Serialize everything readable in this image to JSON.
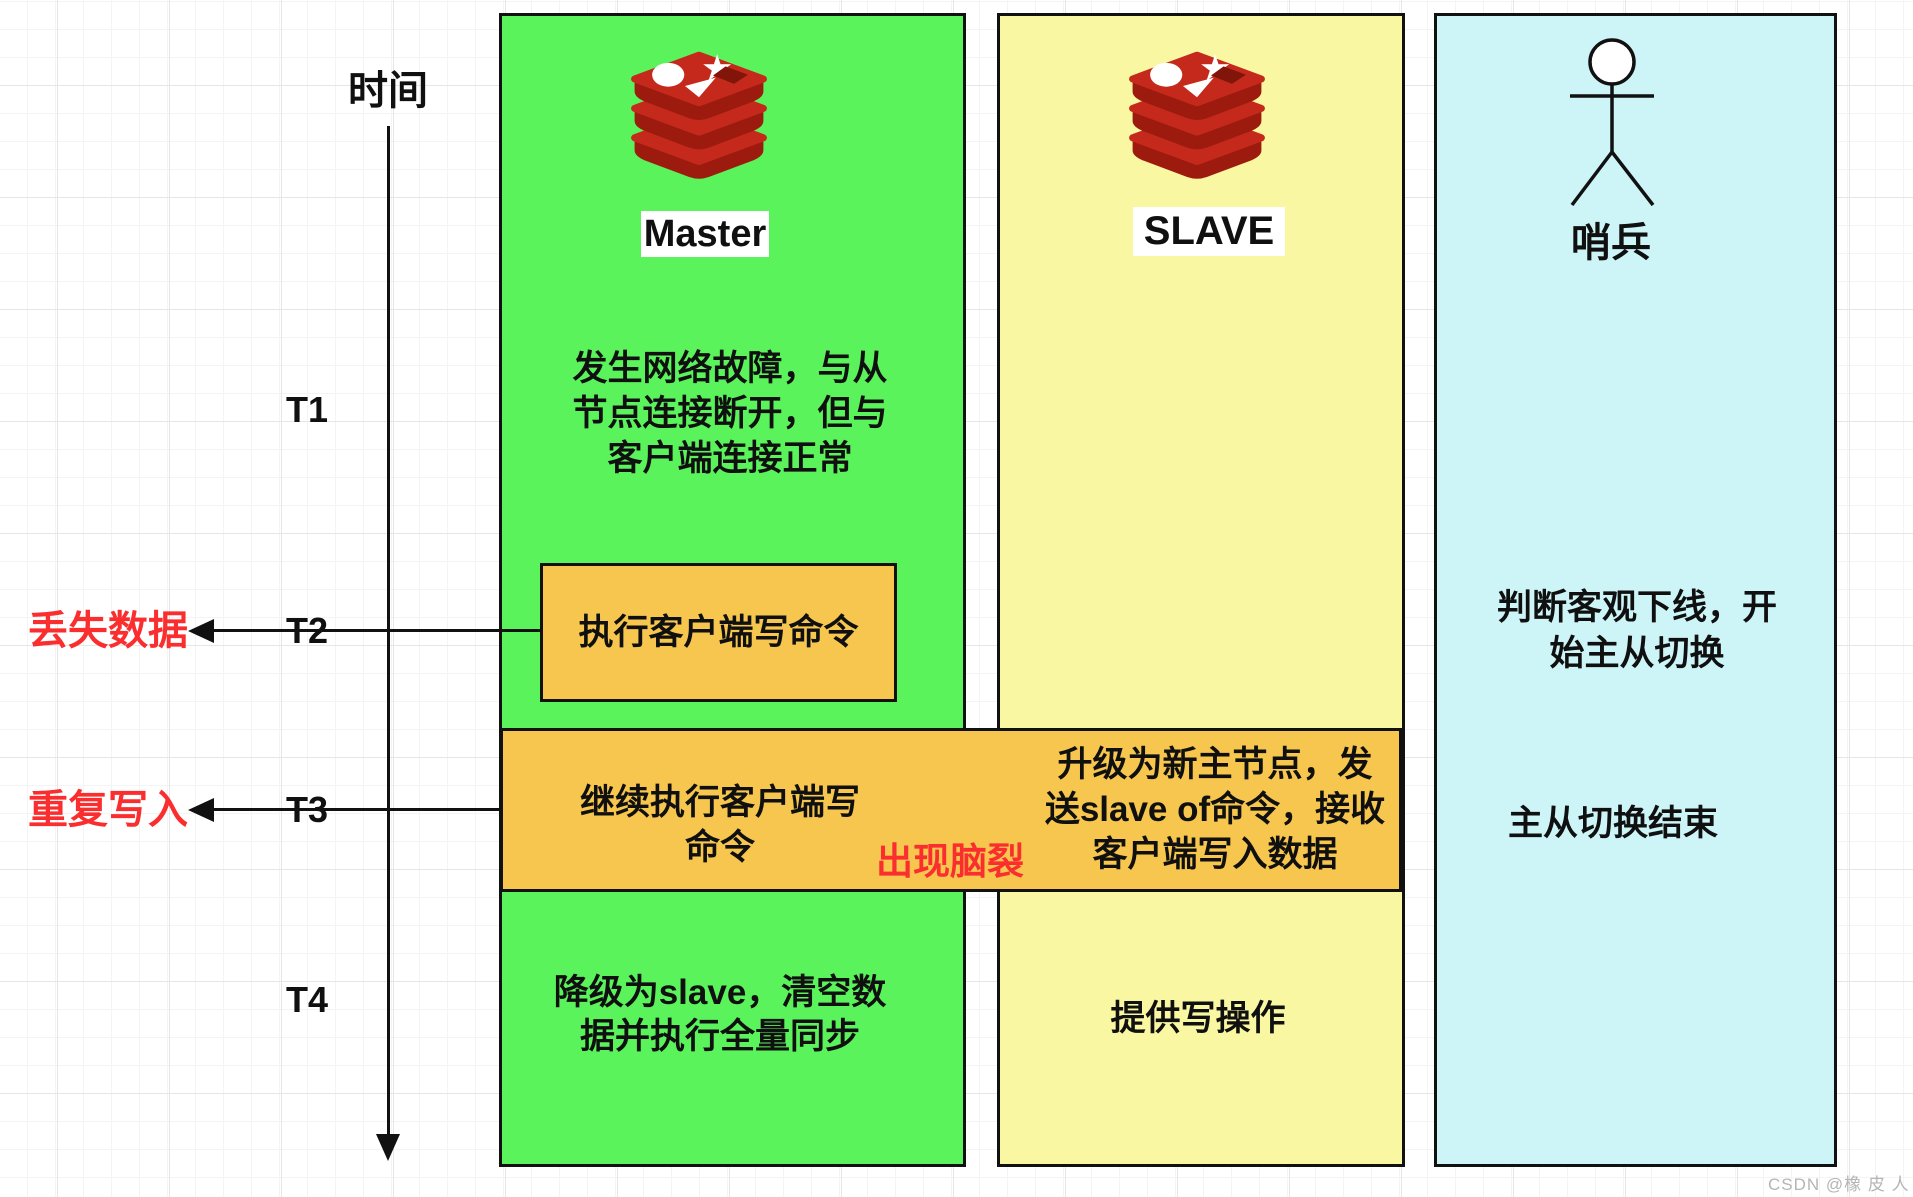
{
  "timeline": {
    "label": "时间",
    "ticks": {
      "t1": "T1",
      "t2": "T2",
      "t3": "T3",
      "t4": "T4"
    }
  },
  "alerts": {
    "lose_data": "丢失数据",
    "duplicate_write": "重复写入",
    "split_brain": "出现脑裂"
  },
  "master": {
    "title": "Master",
    "t1_text": "发生网络故障，与从\n节点连接断开，但与\n客户端连接正常",
    "t2_box_text": "执行客户端写命令",
    "t3_text": "继续执行客户端写\n命令",
    "t4_text": "降级为slave，清空数\n据并执行全量同步"
  },
  "slave": {
    "title": "SLAVE",
    "t3_text": "升级为新主节点，发\n送slave of命令，接收\n客户端写入数据",
    "t4_text": "提供写操作"
  },
  "sentinel": {
    "title": "哨兵",
    "t2_text": "判断客观下线，开\n始主从切换",
    "t3_text": "主从切换结束"
  },
  "watermark": "CSDN @橡 皮 人",
  "colors": {
    "master_bg": "#5bf35b",
    "slave_bg": "#f9f7a1",
    "sentinel_bg": "#cdf5f7",
    "highlight_bg": "#f6c64e",
    "alert_red": "#fa2e2e",
    "redis_red": "#c5291c",
    "redis_red_dark": "#9c1b0e",
    "line_black": "#111111"
  }
}
